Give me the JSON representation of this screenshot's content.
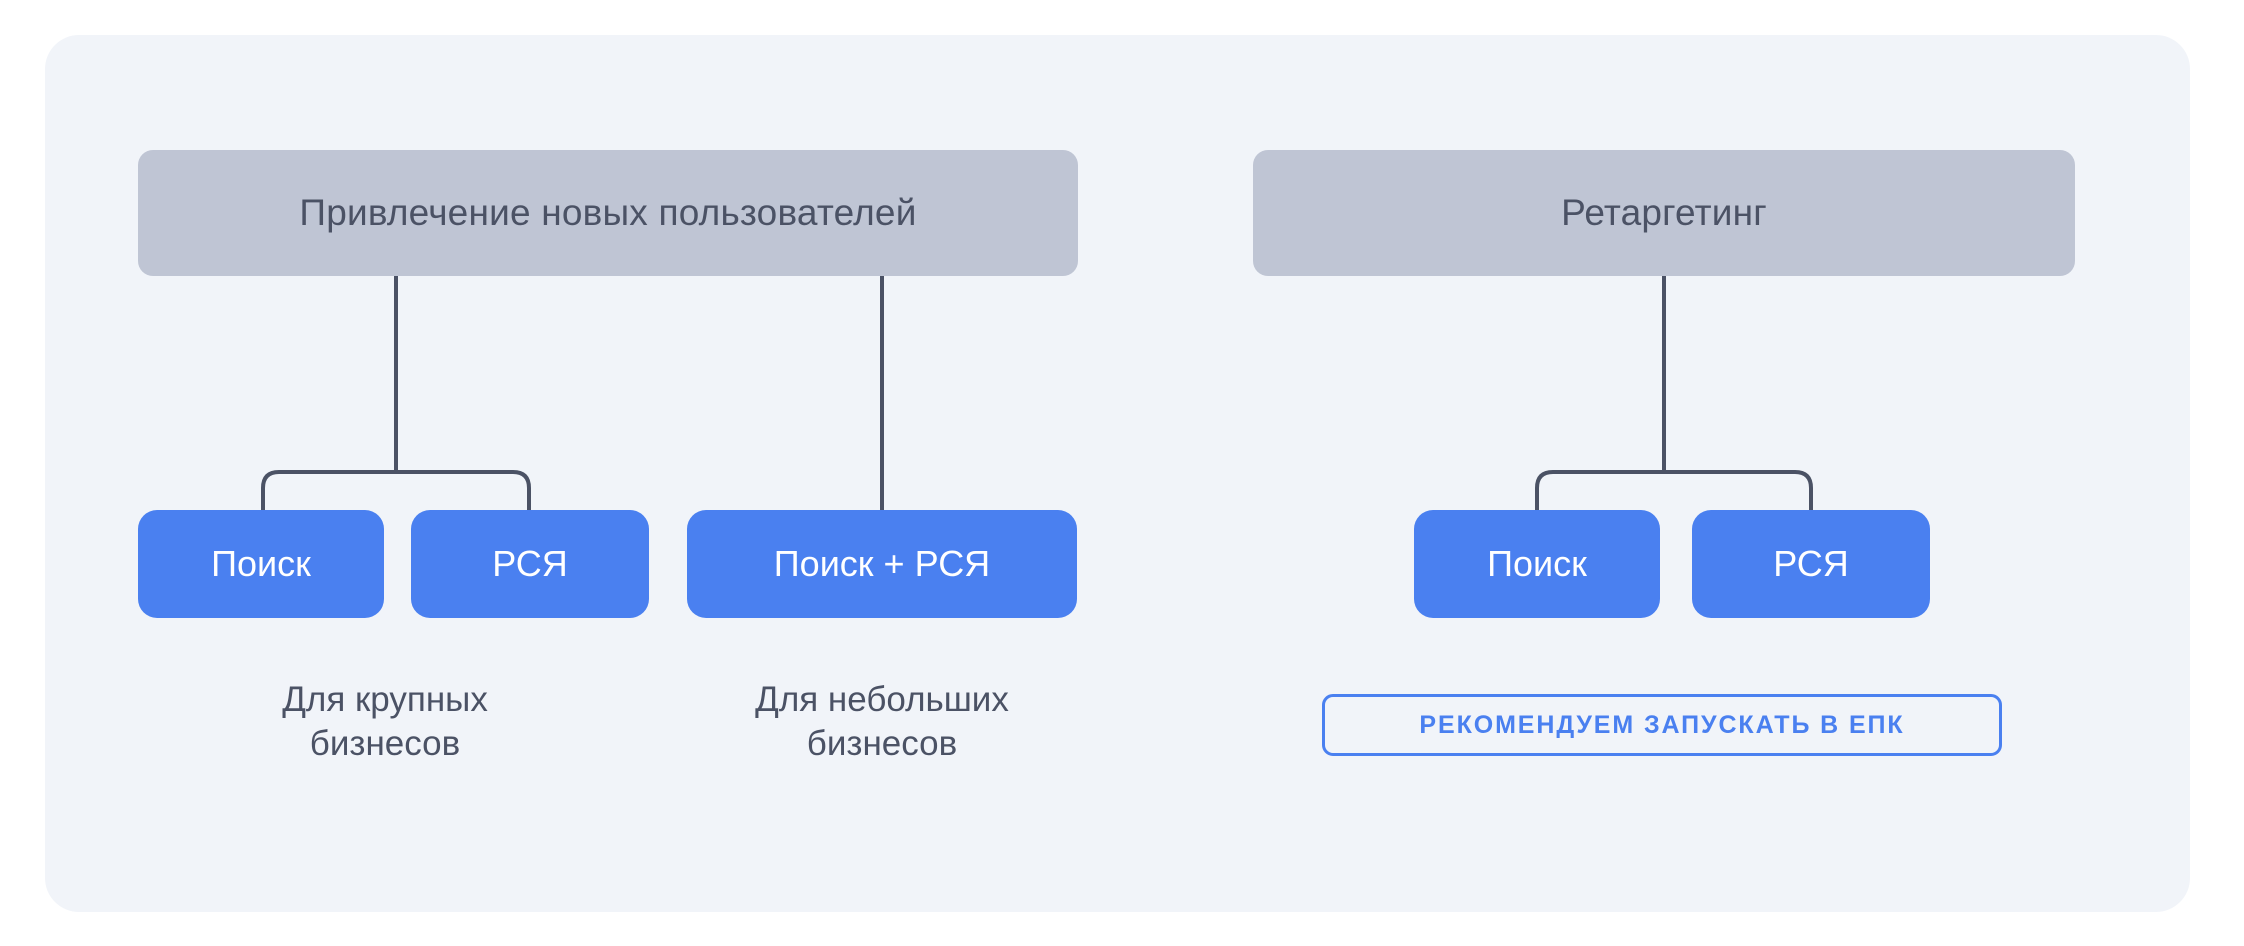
{
  "diagram": {
    "title_visible": false,
    "background_color": "#ffffff",
    "card_color": "#f1f4f9",
    "group_box_color": "#bfc5d4",
    "leaf_color": "#4a80f0",
    "connector_color": "#4b5265",
    "text_dark": "#4b5265",
    "text_light": "#ffffff",
    "accent": "#4a80f0"
  },
  "groups": [
    {
      "id": "acquisition",
      "header": "Привлечение новых пользователей",
      "branches": [
        {
          "id": "large-business",
          "leaves": [
            "Поиск",
            "РСЯ"
          ],
          "caption_line1": "Для крупных",
          "caption_line2": "бизнесов"
        },
        {
          "id": "small-business",
          "leaves": [
            "Поиск + РСЯ"
          ],
          "caption_line1": "Для небольших",
          "caption_line2": "бизнесов"
        }
      ]
    },
    {
      "id": "retargeting",
      "header": "Ретаргетинг",
      "branches": [
        {
          "id": "retargeting-channels",
          "leaves": [
            "Поиск",
            "РСЯ"
          ],
          "badge": "РЕКОМЕНДУЕМ ЗАПУСКАТЬ В ЕПК"
        }
      ]
    }
  ]
}
